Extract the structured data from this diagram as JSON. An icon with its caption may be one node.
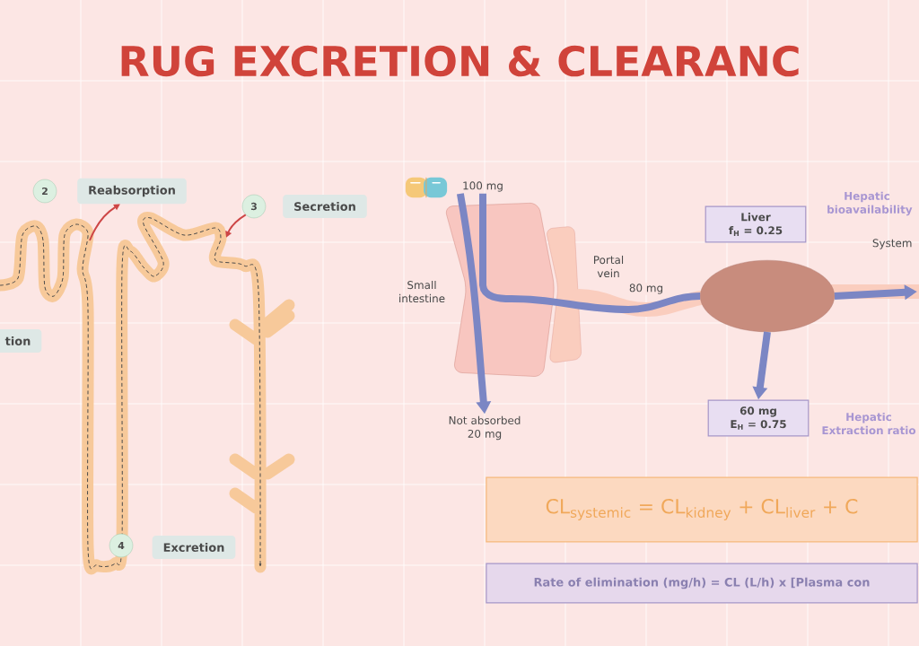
{
  "diagram": {
    "title": "RUG EXCRETION & CLEARANC",
    "nodes": [
      {
        "text": [
          "tion"
        ]
      },
      {
        "text": [
          "2"
        ]
      },
      {
        "text": [
          "Reabsorption"
        ]
      },
      {
        "text": [
          "3"
        ]
      },
      {
        "text": [
          "Secretion"
        ]
      },
      {
        "text": [
          "4"
        ]
      },
      {
        "text": [
          "Excretion"
        ]
      },
      {
        "text": [],
        "shape": "picture"
      },
      {
        "text": [
          "100 mg"
        ]
      },
      {
        "text": [
          "Not absorbed 20 mg"
        ]
      },
      {
        "text": [],
        "shape": "picture"
      },
      {
        "text": [
          "Liver",
          "f$_{H}$ = 0.25"
        ]
      },
      {
        "text": [
          "60 mg",
          "E$_{H}$ = 0.75"
        ]
      },
      {
        "text": [
          "CL$_{systemic}$ = CL$_{kidney}$ + CL$_{liver}$ + C"
        ]
      },
      {
        "text": [
          "Rate of elimination (mg/h) = CL (L/h) x [Plasma con"
        ]
      }
    ],
    "edges": [
      {
        "from": 8,
        "to": 9,
        "arrow": "to"
      },
      {
        "from": 8,
        "to": 10,
        "arrow": "none",
        "label": "80 mg"
      },
      {
        "from": 10,
        "to": 12,
        "arrow": "to"
      },
      {
        "from": 10,
        "to": null,
        "arrow": "to"
      },
      {
        "from": null,
        "to": 2,
        "arrow": "to",
        "color": "#cd4646"
      },
      {
        "from": 3,
        "to": null,
        "arrow": "to",
        "color": "#cd4646"
      }
    ],
    "labels": [
      "Small intestine",
      "Portal vein",
      "Hepatic bioavailability",
      "System",
      "Hepatic Extraction ratio"
    ]
  }
}
